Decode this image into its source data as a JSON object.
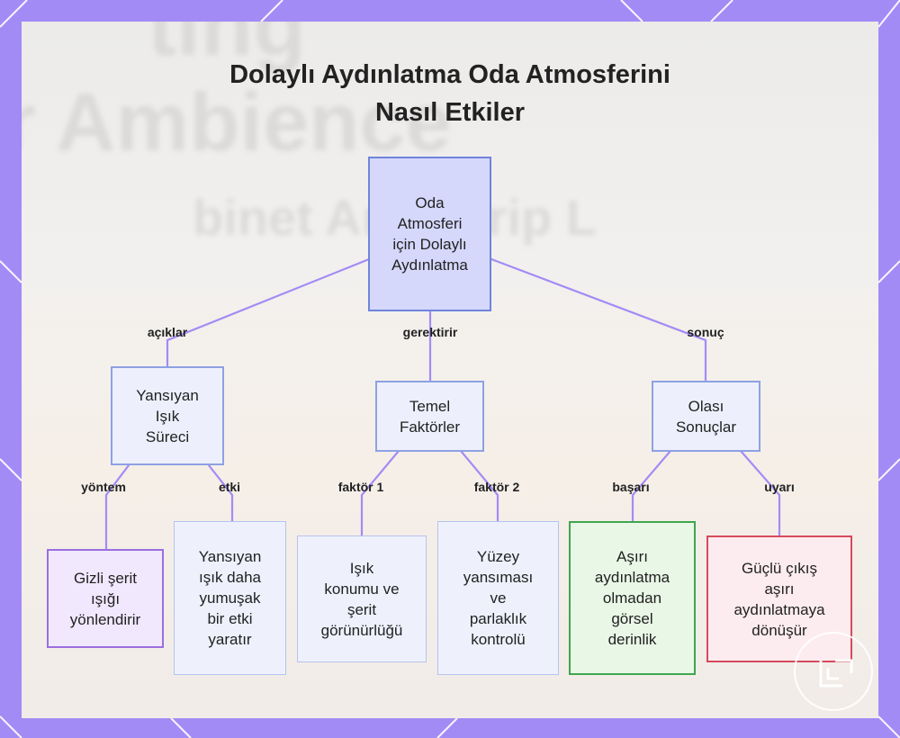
{
  "title": {
    "line1": "Dolaylı Aydınlatma Oda Atmosferini",
    "line2": "Nasıl Etkiler"
  },
  "background_text": {
    "line1": "ting",
    "line2": "r Ambience",
    "line3": "binet And Strip L"
  },
  "nodes": {
    "root": "Oda\nAtmosferi\niçin Dolaylı\nAydınlatma",
    "reflected": "Yansıyan\nIşık\nSüreci",
    "factors": "Temel\nFaktörler",
    "outcomes": "Olası\nSonuçlar",
    "hidden_strip": "Gizli şerit\nışığı\nyönlendirir",
    "soft_effect": "Yansıyan\nışık daha\nyumuşak\nbir etki\nyaratır",
    "light_position": "Işık\nkonumu ve\nşerit\ngörünürlüğü",
    "surface": "Yüzey\nyansıması\nve\nparlaklık\nkontrolü",
    "depth": "Aşırı\naydınlatma\nolmadan\ngörsel\nderinlik",
    "overlight": "Güçlü çıkış\naşırı\naydınlatmaya\ndönüşür"
  },
  "edge_labels": {
    "explains": "açıklar",
    "requires": "gerektirir",
    "result": "sonuç",
    "method": "yöntem",
    "effect": "etki",
    "factor1": "faktör 1",
    "factor2": "faktör 2",
    "success": "başarı",
    "warning": "uyarı"
  },
  "colors": {
    "frame": "#a38bf5",
    "edge": "#a38bf5",
    "root_fill": "#d5d8fb",
    "node_border": "#7a8ee0",
    "success_border": "#3fa64e",
    "warning_border": "#d64a5c",
    "purple_border": "#9c6ee0"
  }
}
